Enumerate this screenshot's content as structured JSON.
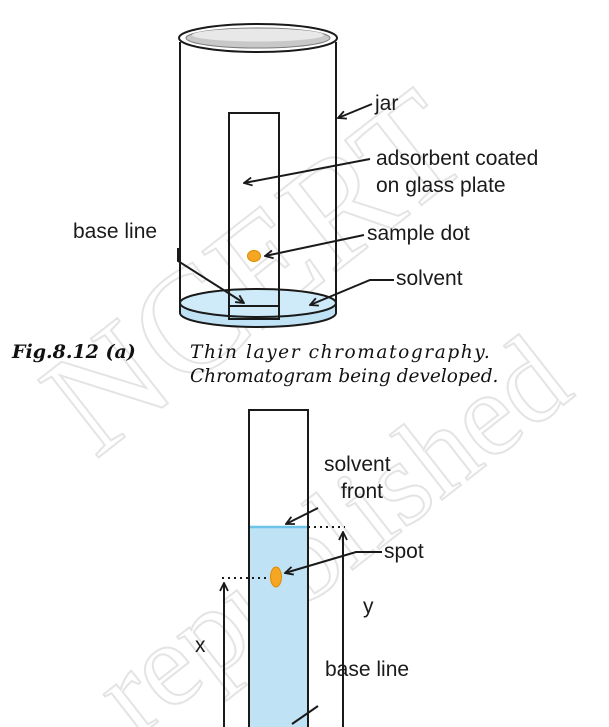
{
  "watermark": {
    "text": "NCERT",
    "text2": "republished"
  },
  "figure_a": {
    "labels": {
      "jar": "jar",
      "adsorbent_line1": "adsorbent coated",
      "adsorbent_line2": "on glass plate",
      "base_line": "base line",
      "sample_dot": "sample dot",
      "solvent": "solvent"
    },
    "caption": {
      "number": "Fig.8.12 (a)",
      "line1": "Thin layer chromatography.",
      "line2": "Chromatogram being developed."
    }
  },
  "figure_b": {
    "labels": {
      "solvent_front_line1": "solvent",
      "solvent_front_line2": "front",
      "spot": "spot",
      "y": "y",
      "x": "x",
      "base_line": "base line"
    }
  },
  "colors": {
    "solvent_blue": "#bfe3f5",
    "solvent_edge": "#6ec3e8",
    "sample_orange": "#f5a623",
    "lid_grey": "#c8c8c8",
    "line": "#1a1a1a"
  }
}
